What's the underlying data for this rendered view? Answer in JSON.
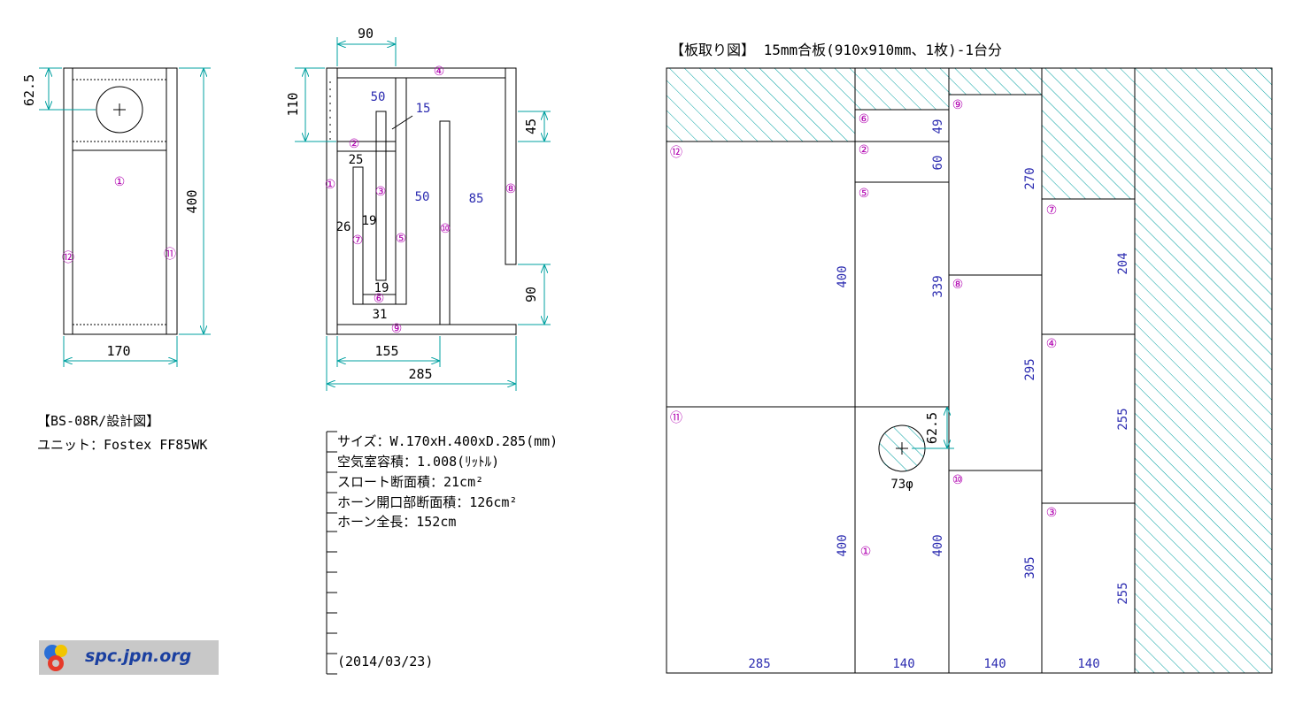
{
  "front_view": {
    "dims": {
      "top_offset": "62.5",
      "height": "400",
      "width": "170"
    },
    "part_labels": {
      "p1": "①",
      "p11": "⑪",
      "p12": "⑫"
    }
  },
  "side_view": {
    "dims": {
      "top_width": "90",
      "top_height": "110",
      "d50a": "50",
      "d15": "15",
      "d25": "25",
      "d50b": "50",
      "d85": "85",
      "d26": "26",
      "d19a": "19",
      "d19b": "19",
      "d31": "31",
      "right_top": "45",
      "right_bottom": "90",
      "bottom_155": "155",
      "bottom_285": "285"
    },
    "part_labels": {
      "p1": "①",
      "p2": "②",
      "p3": "③",
      "p4": "④",
      "p5": "⑤",
      "p6": "⑥",
      "p7": "⑦",
      "p8": "⑧",
      "p9": "⑨",
      "p10": "⑩"
    }
  },
  "design": {
    "title": "【BS-08R/設計図】",
    "unit": "ユニット：Fostex FF85WK"
  },
  "specs": {
    "size": "サイズ：W.170xH.400xD.285(mm)",
    "air": "空気室容積：1.008(ﾘｯﾄﾙ)",
    "throat": "スロート断面積：21cm²",
    "horn_mouth": "ホーン開口部断面積：126cm²",
    "horn_length": "ホーン全長：152cm",
    "date": "(2014/03/23)"
  },
  "cutting": {
    "title": "【板取り図】 15mm合板(910x910mm、1枚)-1台分",
    "col_widths": {
      "c1": "285",
      "c2": "140",
      "c3": "140",
      "c4": "140"
    },
    "pieces": {
      "p12_h": "400",
      "p11_h": "400",
      "p6_h": "49",
      "p2_h": "60",
      "p5_h": "339",
      "p1_h": "400",
      "p9_h": "270",
      "p8_h": "295",
      "p10_h": "305",
      "p7_h": "204",
      "p4_h": "255",
      "p3_h": "255",
      "hole_offset": "62.5",
      "hole_diam": "73φ"
    },
    "part_labels": {
      "p1": "①",
      "p2": "②",
      "p3": "③",
      "p4": "④",
      "p5": "⑤",
      "p6": "⑥",
      "p7": "⑦",
      "p8": "⑧",
      "p9": "⑨",
      "p10": "⑩",
      "p11": "⑪",
      "p12": "⑫"
    }
  },
  "logo": {
    "text": "spc.jpn.org"
  },
  "colors": {
    "line": "#000000",
    "dimension": "#00a0a0",
    "label": "#2b2bb0",
    "part_number": "#b000b0",
    "hatch": "#00a0a0",
    "logo_bg": "#c8c8c8"
  }
}
